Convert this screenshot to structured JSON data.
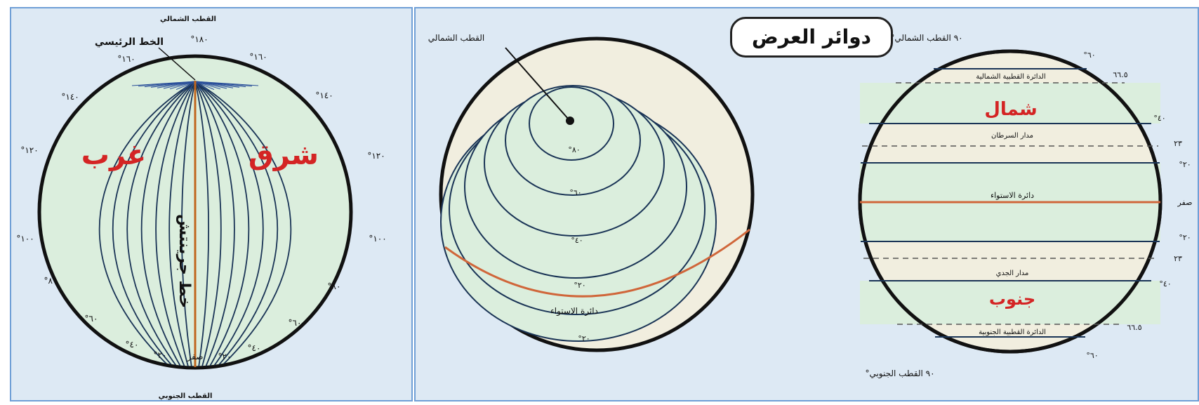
{
  "longitude_panel": {
    "north_pole_label": "القطب الشمالي",
    "prime_meridian_label": "الخط الرئيسي",
    "greenwich_line_label": "خط جرينتش",
    "west_label": "غرب",
    "east_label": "شرق",
    "south_pole_label": "القطب الجنوبي",
    "zero_label": "صفر",
    "degree_labels": {
      "top": "°١٨٠",
      "left_160": "°١٦٠",
      "right_160": "°١٦٠",
      "left_140": "°١٤٠",
      "right_140": "°١٤٠",
      "left_120": "°١٢٠",
      "right_120": "°١٢٠",
      "left_100": "°١٠٠",
      "right_100": "°١٠٠",
      "left_80": "°٨٠",
      "right_80": "°٨٠",
      "left_60": "°٦٠",
      "right_60": "°٦٠",
      "left_40": "°٤٠",
      "right_40": "°٤٠",
      "left_20": "°٢٠",
      "right_20": "°٢٠"
    },
    "colors": {
      "globe_fill": "#dbeedd",
      "greenwich": "#c0661e",
      "meridian": "#1a3456",
      "text_red": "#d42424"
    }
  },
  "latitude_panel": {
    "title": "دوائر العرض",
    "perspective_globe": {
      "north_pole_label": "القطب الشمالي",
      "equator_label": "دائرة الاستواء",
      "circle_labels": [
        "°٨٠",
        "°٦٠",
        "°٤٠",
        "°٢٠",
        "°٢٠"
      ]
    },
    "flat_globe": {
      "north_pole_label": "°٩٠ القطب الشمالي",
      "south_pole_label": "°٩٠ القطب الجنوبي",
      "arctic_circle_label": "الدائرة القطبية الشمالية",
      "north_label": "شمال",
      "tropic_cancer_label": "مدار السرطان",
      "equator_label": "دائرة الاستواء",
      "tropic_capricorn_label": "مدار الجدي",
      "south_label": "جنوب",
      "antarctic_circle_label": "الدائرة القطبية الجنوبية",
      "right_degree_labels": {
        "d60_top": "°٦٠",
        "d665_top": "٦٦.٥",
        "d40_top": "°٤٠",
        "d23_top": "٢٣",
        "d20_top": "°٢٠",
        "zero": "صفر",
        "d20_bottom": "°٢٠",
        "d23_bottom": "٢٣",
        "d40_bottom": "°٤٠",
        "d665_bottom": "٦٦.٥",
        "d60_bottom": "°٦٠"
      }
    },
    "colors": {
      "globe_fill": "#f1eedf",
      "band_fill": "#dbeedd",
      "line": "#1a3456",
      "equator": "#d0663a",
      "text_red": "#d42424"
    }
  }
}
